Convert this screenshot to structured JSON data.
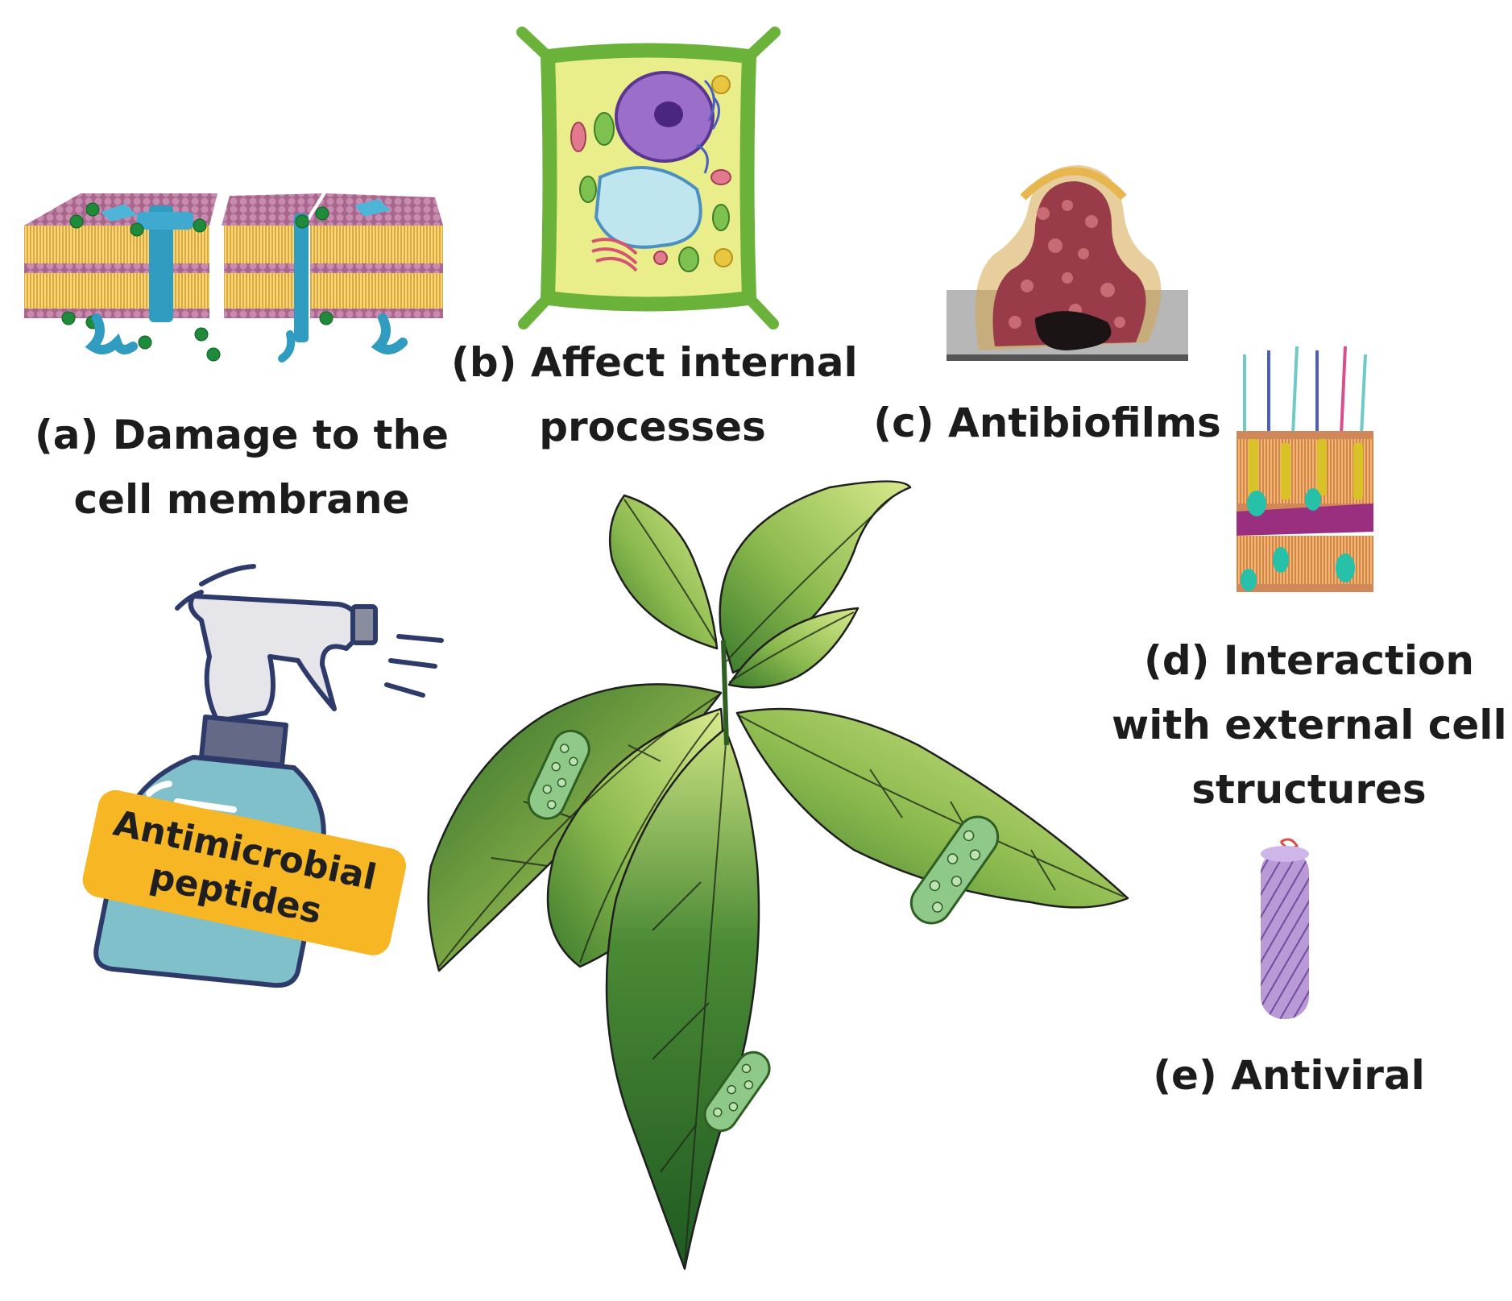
{
  "labels": {
    "a_line1": "(a) Damage to the",
    "a_line2": "cell membrane",
    "b_line1": "(b) Affect internal",
    "b_line2": "processes",
    "c": "(c) Antibiofilms",
    "d_line1": "(d) Interaction",
    "d_line2": "with external cell",
    "d_line3": "structures",
    "e": "(e) Antiviral"
  },
  "bottle": {
    "label_line1": "Antimicrobial",
    "label_line2": "peptides"
  },
  "icons": [
    "cell-membrane-icon",
    "plant-cell-icon",
    "biofilm-icon",
    "outer-membrane-icon",
    "virus-capsid-icon",
    "spray-bottle-icon",
    "plant-leaves-icon",
    "bacterium-icon"
  ],
  "colors": {
    "leaf_dark": "#2f6e2a",
    "leaf_light": "#c9de7a",
    "bottle_body": "#7fc0cb",
    "bottle_label": "#f7b624",
    "cell_wall": "#6ab23a",
    "membrane_head": "#b87a9e",
    "membrane_tail": "#f0c35a",
    "channel": "#2f9cc0"
  }
}
